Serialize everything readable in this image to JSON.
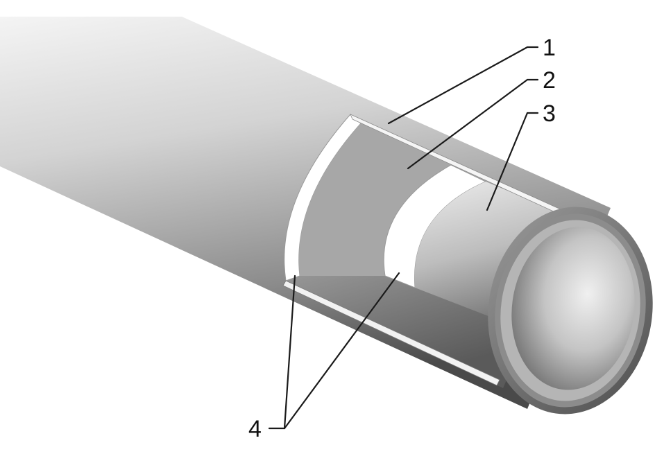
{
  "diagram": {
    "callouts": [
      {
        "id": "1",
        "label": "1"
      },
      {
        "id": "2",
        "label": "2"
      },
      {
        "id": "3",
        "label": "3"
      },
      {
        "id": "4",
        "label": "4"
      }
    ],
    "colors": {
      "outer_sheath_light": "#ececec",
      "outer_sheath_dark": "#4a4a4a",
      "middle_layer": "#bdbdbd",
      "inner_pipe": "#d8d8d8",
      "adhesive_band": "#ffffff",
      "bore_dark": "#6a6a6a"
    }
  }
}
